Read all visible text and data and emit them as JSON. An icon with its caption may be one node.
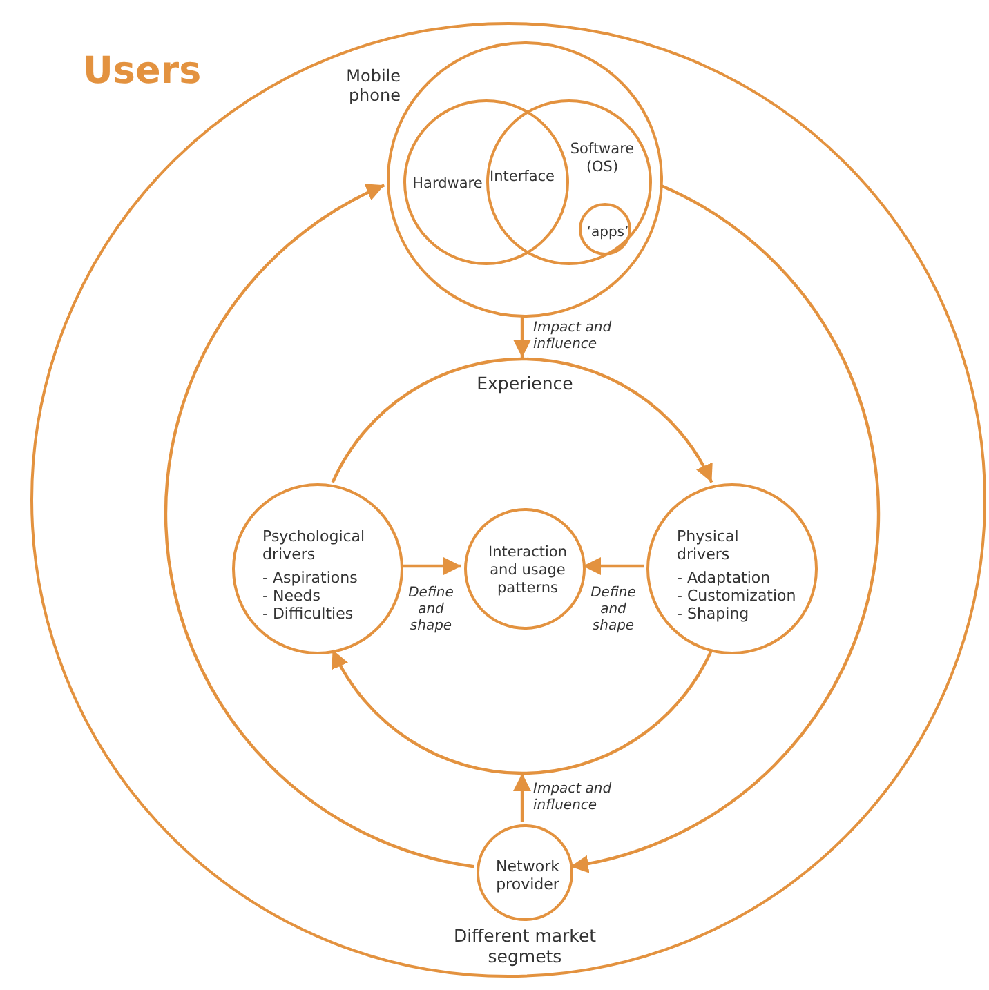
{
  "diagram": {
    "nodes": [
      {
        "text": [
          "Users",
          "Different market segmets"
        ]
      },
      {
        "text": [
          "Mobile phone"
        ],
        "in": 0
      },
      {
        "text": [
          "Hardware"
        ],
        "in": 1
      },
      {
        "text": [
          "Software (OS)"
        ],
        "in": 1
      },
      {
        "text": [
          "‘apps’"
        ],
        "in": 3
      },
      {
        "text": [
          "Psychological drivers",
          "- Aspirations",
          "- Needs",
          "- Difficulties"
        ],
        "in": 0
      },
      {
        "text": [
          "Interaction and usage patterns"
        ],
        "in": 0
      },
      {
        "text": [
          "Physical drivers",
          "- Adaptation",
          "- Customization",
          "- Shaping"
        ],
        "in": 0
      },
      {
        "text": [
          "Network provider"
        ],
        "in": 0
      },
      {
        "text": [
          "Experience"
        ],
        "in": 0
      }
    ],
    "edges": [
      {
        "from": 1,
        "to": 9,
        "arrow": "to",
        "label": "Impact and influence"
      },
      {
        "from": 5,
        "to": 7,
        "arrow": "to"
      },
      {
        "from": 7,
        "to": 5,
        "arrow": "to"
      },
      {
        "from": 5,
        "to": 6,
        "arrow": "to",
        "label": "Define and shape"
      },
      {
        "from": 7,
        "to": 6,
        "arrow": "to",
        "label": "Define and shape"
      },
      {
        "from": 8,
        "to": null,
        "arrow": "to",
        "label": "Impact and influence"
      },
      {
        "from": 8,
        "to": 1,
        "arrow": "to"
      },
      {
        "from": 1,
        "to": 8,
        "arrow": "to"
      }
    ],
    "labels": [
      "Interface"
    ]
  }
}
